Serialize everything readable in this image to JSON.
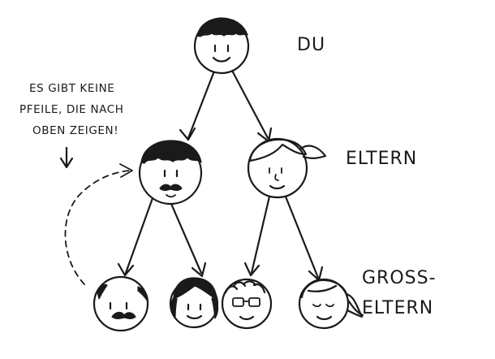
{
  "labels": {
    "you": "DU",
    "parents": "ELTERN",
    "grandparents_line1": "GROSS-",
    "grandparents_line2": "ELTERN"
  },
  "note": {
    "line1": "ES GIBT KEINE",
    "line2": "PFEILE, DIE NACH",
    "line3": "OBEN ZEIGEN!"
  }
}
